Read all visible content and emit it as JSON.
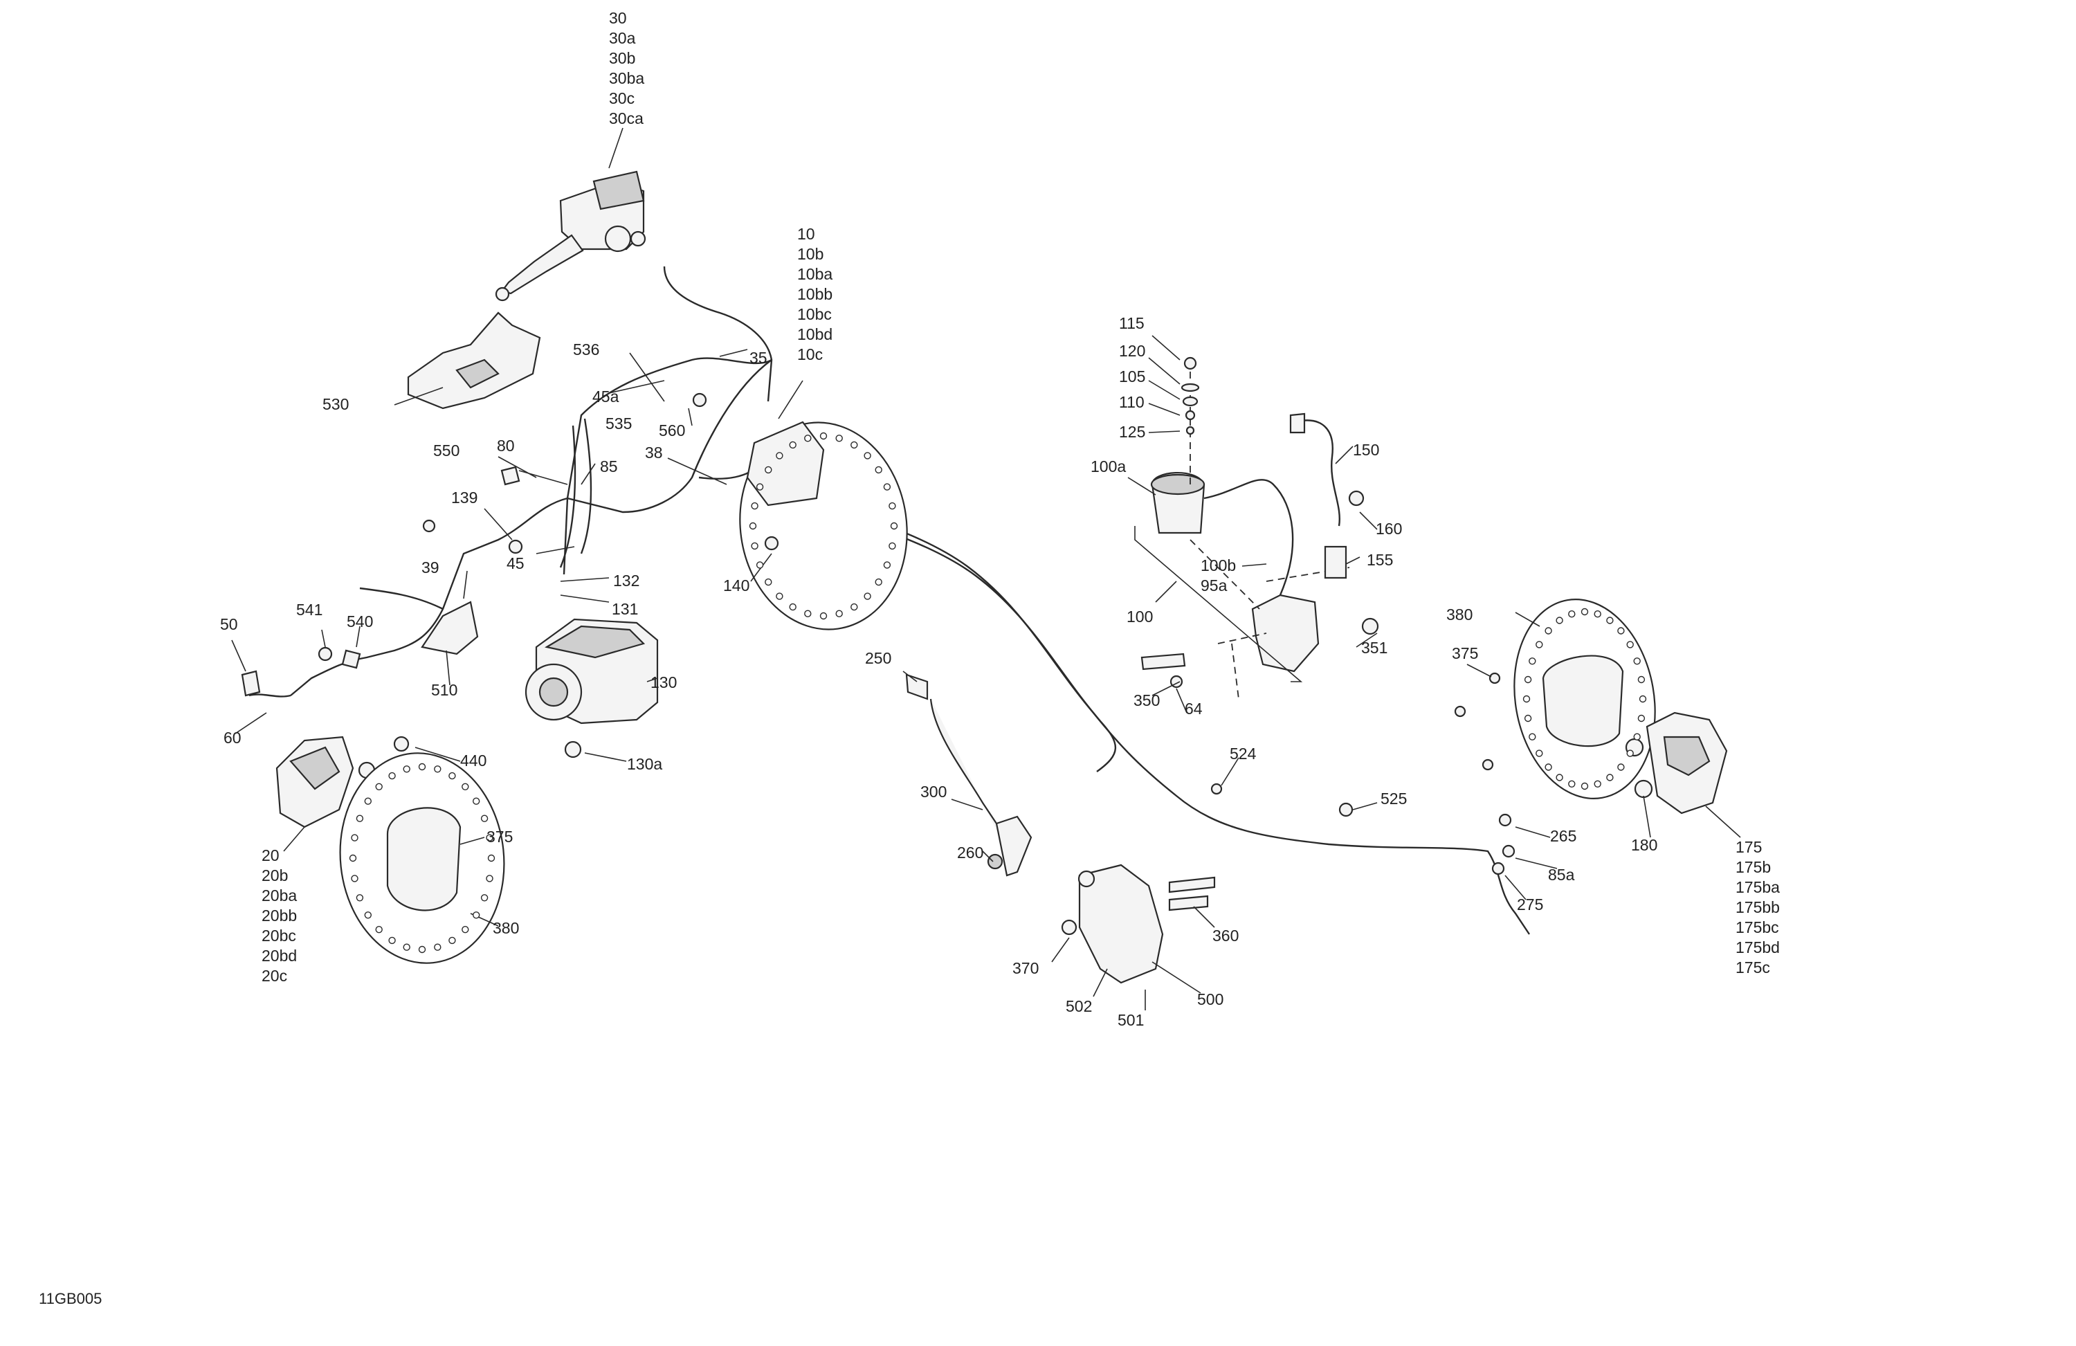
{
  "drawing_id": "11GB005",
  "callouts": {
    "c30": [
      "30",
      "30a",
      "30b",
      "30ba",
      "30c",
      "30ca"
    ],
    "c10": [
      "10",
      "10b",
      "10ba",
      "10bb",
      "10bc",
      "10bd",
      "10c"
    ],
    "c20": [
      "20",
      "20b",
      "20ba",
      "20bb",
      "20bc",
      "20bd",
      "20c"
    ],
    "c175": [
      "175",
      "175b",
      "175ba",
      "175bb",
      "175bc",
      "175bd",
      "175c"
    ],
    "c100b": [
      "100b",
      "95a"
    ],
    "single": {
      "l536": "536",
      "l35": "35",
      "l530": "530",
      "l45a": "45a",
      "l535": "535",
      "l560": "560",
      "l80": "80",
      "l85": "85",
      "l38": "38",
      "l550": "550",
      "l139": "139",
      "l45": "45",
      "l132": "132",
      "l131": "131",
      "l39": "39",
      "l541": "541",
      "l540": "540",
      "l50": "50",
      "l510": "510",
      "l130": "130",
      "l60": "60",
      "l440": "440",
      "l130a": "130a",
      "l375a": "375",
      "l380a": "380",
      "l140": "140",
      "l115": "115",
      "l120": "120",
      "l105": "105",
      "l110": "110",
      "l125": "125",
      "l100a": "100a",
      "l150": "150",
      "l160": "160",
      "l155": "155",
      "l100": "100",
      "l351": "351",
      "l350": "350",
      "l64": "64",
      "l250": "250",
      "l300": "300",
      "l260": "260",
      "l524": "524",
      "l525": "525",
      "l380b": "380",
      "l375b": "375",
      "l265": "265",
      "l85a": "85a",
      "l275": "275",
      "l180": "180",
      "l360": "360",
      "l370": "370",
      "l500": "500",
      "l502": "502",
      "l501": "501"
    }
  }
}
